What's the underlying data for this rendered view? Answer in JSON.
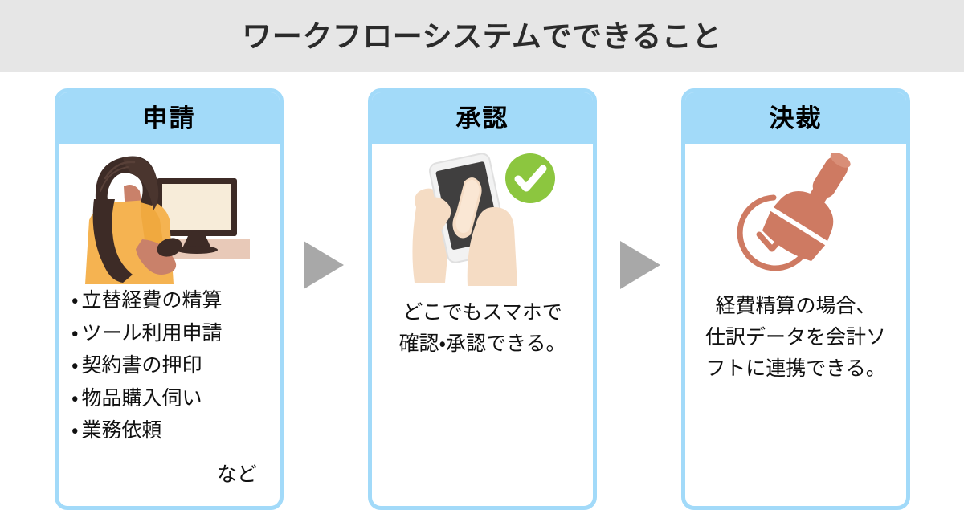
{
  "header": {
    "title": "ワークフローシステムでできること",
    "band_color": "#e6e6e6",
    "title_color": "#2b2b2b"
  },
  "theme": {
    "card_blue": "#a2daf9",
    "arrow_gray": "#a8a8a8",
    "check_green": "#8cc63f",
    "stamp_terracotta": "#ce7a62",
    "hair_brown": "#3d2b26",
    "shirt_orange": "#f5b351",
    "skin": "#c9816a",
    "desk": "#e8c9b8",
    "screen_cream": "#f7ecd9"
  },
  "cards": [
    {
      "id": "application",
      "title": "申請",
      "illustration": "person-at-computer-icon",
      "bullet_mark": "・",
      "bullets": [
        "立替経費の精算",
        "ツール利用申請",
        "契約書の押印",
        "物品購入伺い",
        "業務依頼"
      ],
      "etc": "など"
    },
    {
      "id": "approval",
      "title": "承認",
      "illustration": "hand-smartphone-check-icon",
      "body_lines": [
        "どこでもスマホで",
        "確認・承認できる。"
      ]
    },
    {
      "id": "decision",
      "title": "決裁",
      "illustration": "hanko-stamp-check-icon",
      "body_lines": [
        "経費精算の場合、",
        "仕訳データを会計ソ",
        "フトに連携できる。"
      ]
    }
  ],
  "arrows": [
    {
      "id": "arrow-application-to-approval",
      "direction": "right"
    },
    {
      "id": "arrow-approval-to-decision",
      "direction": "right"
    }
  ]
}
